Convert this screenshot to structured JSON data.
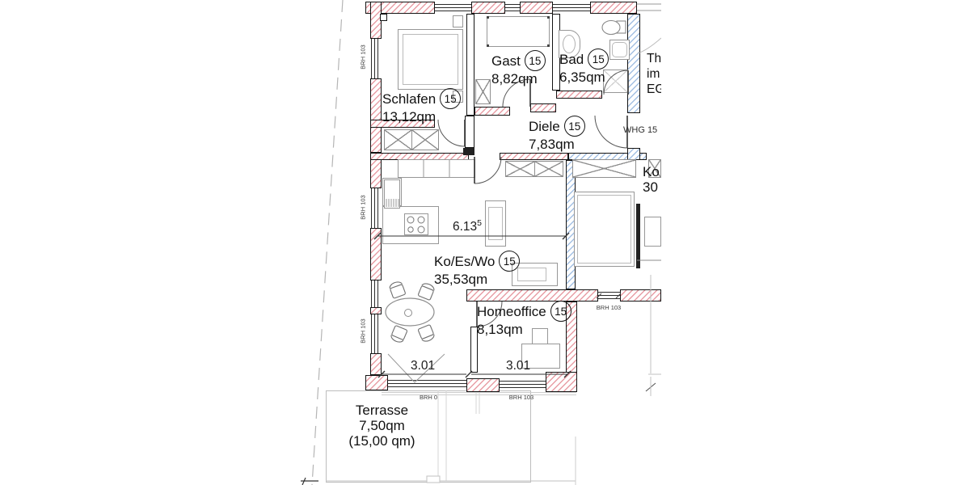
{
  "unit": {
    "label": "WHG 15"
  },
  "stairwell_note": {
    "line1": "Th",
    "line2": "im",
    "line3": "EG"
  },
  "rooms": {
    "schlafen": {
      "name": "Schlafen",
      "num": "15",
      "area": "13,12qm"
    },
    "gast": {
      "name": "Gast",
      "num": "15",
      "area": "8,82qm"
    },
    "bad": {
      "name": "Bad",
      "num": "15",
      "area": "6,35qm"
    },
    "diele": {
      "name": "Diele",
      "num": "15",
      "area": "7,83qm"
    },
    "wohnen": {
      "name": "Ko/Es/Wo",
      "num": "15",
      "area": "35,53qm"
    },
    "homeoffice": {
      "name": "Homeoffice",
      "num": "15",
      "area": "8,13qm"
    },
    "terrasse": {
      "name": "Terrasse",
      "area": "7,50qm",
      "area_total": "(15,00 qm)"
    },
    "neighbor": {
      "name_clipped": "Ko",
      "area_clipped": "30"
    }
  },
  "dimensions": {
    "living_width": "6.13",
    "living_width_sup": "5",
    "terrace_door_width": "3.01",
    "homeoffice_width": "3.01"
  },
  "labels": {
    "brh0": "BRH 0",
    "brh103": "BRH 103"
  },
  "colors": {
    "wall_hatch_new": "#e07d87",
    "wall_hatch_existing": "#7da5d7",
    "wall_outline": "#141414",
    "furniture_outline": "#979797",
    "dimension_line": "#333333"
  }
}
